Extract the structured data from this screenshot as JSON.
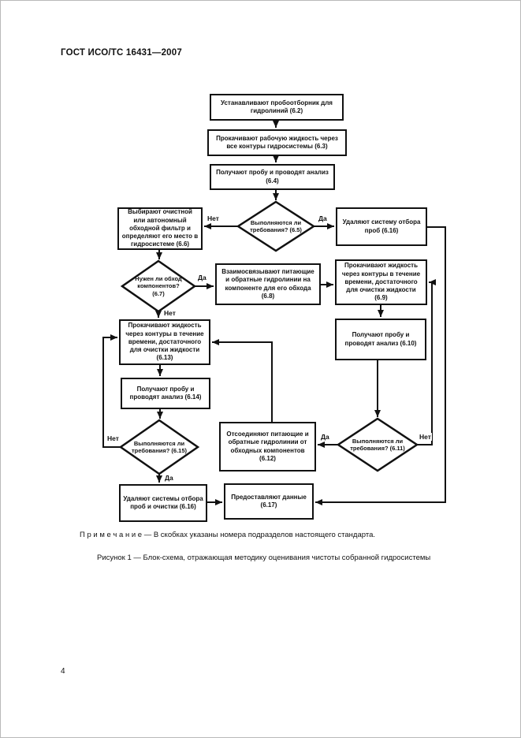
{
  "page": {
    "header": "ГОСТ ИСО/ТС 16431—2007",
    "page_number": "4",
    "note": "П р и м е ч а н и е — В скобках указаны номера подразделов настоящего стандарта.",
    "caption": "Рисунок 1 — Блок-схема, отражающая методику оценивания чистоты собранной гидросистемы",
    "colors": {
      "ink": "#111111",
      "paper": "#ffffff"
    }
  },
  "flowchart": {
    "nodes": {
      "b62": "Устанавливают пробоотборник для гидролиний (6.2)",
      "b63": "Прокачивают рабочую жидкость через все контуры гидросистемы (6.3)",
      "b64": "Получают пробу и проводят анализ (6.4)",
      "d65": "Выполняются ли требования? (6.5)",
      "b66": "Выбирают очистной или автономный обходной фильтр и определяют его место в гидросистеме (6.6)",
      "b616a": "Удаляют систему отбора проб (6.16)",
      "d67": "Нужен ли обход компонентов? (6.7)",
      "b68": "Взаимосвязывают питающие и обратные гидролинии на компоненте для его обхода (6.8)",
      "b69": "Прокачивают жидкость через контуры в течение времени, достаточного для очистки жидкости (6.9)",
      "b610": "Получают пробу и проводят анализ (6.10)",
      "d611": "Выполняются ли требования? (6.11)",
      "b612": "Отсоединяют питающие и обратные гидролинии от обходных компонентов (6.12)",
      "b613": "Прокачивают жидкость через контуры в течение времени, достаточного для очистки жидкости (6.13)",
      "b614": "Получают пробу и проводят анализ (6.14)",
      "d615": "Выполняются ли требования? (6.15)",
      "b616b": "Удаляют системы отбора проб и очистки (6.16)",
      "b617": "Предоставляют данные (6.17)"
    },
    "labels": {
      "yes": "Да",
      "no": "Нет"
    }
  }
}
